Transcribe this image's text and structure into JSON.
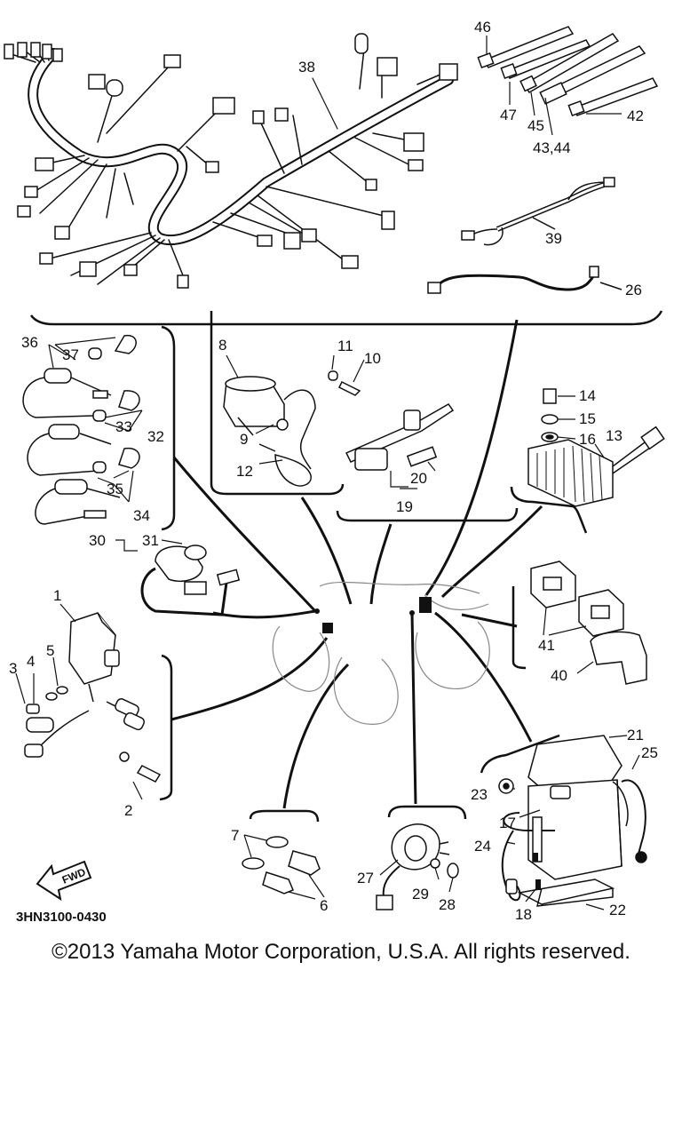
{
  "diagram": {
    "part_labels": [
      "46",
      "47",
      "45",
      "43,44",
      "42",
      "38",
      "39",
      "26",
      "36",
      "37",
      "33",
      "32",
      "35",
      "34",
      "8",
      "11",
      "10",
      "9",
      "12",
      "20",
      "19",
      "14",
      "15",
      "16",
      "13",
      "30",
      "31",
      "1",
      "5",
      "4",
      "3",
      "2",
      "41",
      "40",
      "21",
      "25",
      "23",
      "17",
      "24",
      "18",
      "22",
      "7",
      "6",
      "27",
      "29",
      "28"
    ],
    "drawing_code": "3HN3100-0430",
    "fwd_label": "FWD"
  },
  "copyright": "©2013 Yamaha Motor Corporation, U.S.A. All rights reserved."
}
